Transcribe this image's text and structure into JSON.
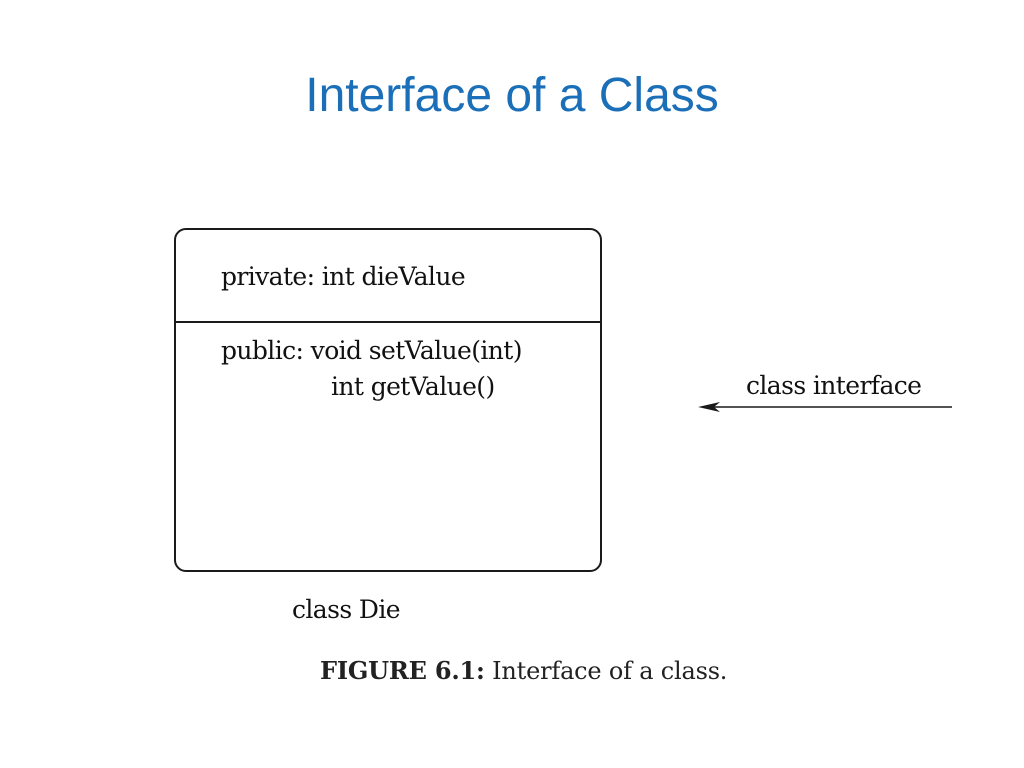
{
  "slide": {
    "title": "Interface of a Class"
  },
  "figure": {
    "private_section": "private: int dieValue",
    "public_section": "public: void setValue(int)",
    "public_method_2": "int getValue()",
    "interface_label": "class interface",
    "class_label": "class Die",
    "caption_number": "FIGURE 6.1:",
    "caption_text": " Interface of a class."
  },
  "colors": {
    "title": "#1a6fb8",
    "diagram_ink": "#1a1a1a"
  }
}
